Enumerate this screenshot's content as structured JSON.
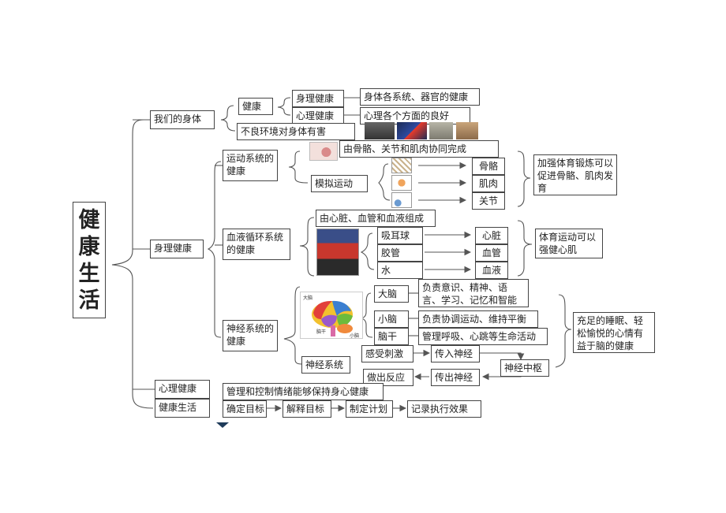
{
  "title": "健康生活",
  "branches": {
    "body": "我们的身体",
    "physical": "身理健康",
    "mental": "心理健康",
    "life": "健康生活"
  },
  "body_section": {
    "health": "健康",
    "physical_health": "身理健康",
    "physical_desc": "身体各系统、器官的健康",
    "mental_health": "心理健康",
    "mental_desc": "心理各个方面的良好",
    "environment": "不良环境对身体有害"
  },
  "motion": {
    "title": "运动系统的健康",
    "desc": "由骨骼、关节和肌肉协同完成",
    "simulate": "模拟运动",
    "parts": [
      "骨骼",
      "肌肉",
      "关节"
    ],
    "tip": "加强体育锻炼可以促进骨骼、肌肉发育"
  },
  "circulation": {
    "title": "血液循环系统的健康",
    "desc": "由心脏、血管和血液组成",
    "models": [
      "吸耳球",
      "胶管",
      "水"
    ],
    "parts": [
      "心脏",
      "血管",
      "血液"
    ],
    "tip": "体育运动可以强健心肌"
  },
  "nerve": {
    "title": "神经系统的健康",
    "parts": [
      "大脑",
      "小脑",
      "脑干"
    ],
    "roles": [
      "负责意识、精神、语言、学习、记忆和智能",
      "负责协调运动、维持平衡",
      "管理呼吸、心跳等生命活动"
    ],
    "system": "神经系统",
    "stimulus": "感受刺激",
    "afferent": "传入神经",
    "center": "神经中枢",
    "efferent": "传出神经",
    "response": "做出反应",
    "tip": "充足的睡眠、轻松愉悦的心情有益于脑的健康",
    "brain_labels": [
      "大脑",
      "脑干",
      "小脑"
    ]
  },
  "mental_section": {
    "desc": "管理和控制情绪能够保持身心健康"
  },
  "life_section": {
    "steps": [
      "确定目标",
      "解释目标",
      "制定计划",
      "记录执行效果"
    ]
  },
  "colors": {
    "line": "#444444",
    "marker": "#1f3b5a"
  }
}
